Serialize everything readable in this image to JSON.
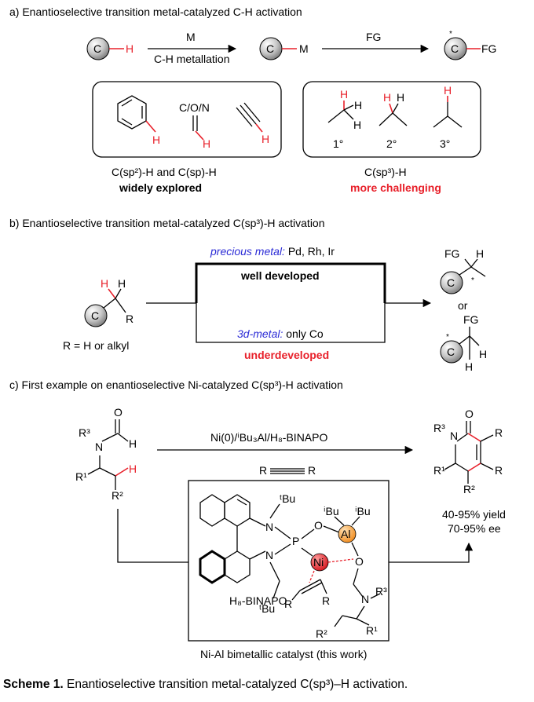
{
  "section_a": {
    "title": "a) Enantioselective transition metal-catalyzed C-H activation",
    "atom_c": "C",
    "atom_h": "H",
    "metal": "M",
    "arrow1_top": "M",
    "arrow1_bottom": "C-H metallation",
    "arrow2_top": "FG",
    "product_fg": "FG",
    "star": "*",
    "box_left_heteroatoms": "C/O/N",
    "box_right_labels": [
      "1°",
      "2°",
      "3°"
    ],
    "left_caption": "C(sp²)-H and C(sp)-H",
    "left_status": "widely explored",
    "right_caption": "C(sp³)-H",
    "right_status": "more challenging"
  },
  "section_b": {
    "title": "b) Enantioselective transition metal-catalyzed C(sp³)-H activation",
    "substrate_r": "R",
    "r_definition": "R = H or alkyl",
    "precious_label": "precious metal:",
    "precious_metals": " Pd, Rh, Ir",
    "precious_status": "well developed",
    "threed_label": "3d-metal:",
    "threed_metals": " only Co",
    "threed_status": "underdeveloped",
    "or": "or"
  },
  "section_c": {
    "title": "c) First example on enantioselective Ni-catalyzed C(sp³)-H activation",
    "conditions_top": "Ni(0)/ⁱBu₃Al/H₈-BINAPO",
    "alkyne": "R",
    "sub_o": "O",
    "sub_n": "N",
    "sub_r3": "R³",
    "sub_r1": "R¹",
    "sub_r2": "R²",
    "sub_h": "H",
    "product_yield": "40-95% yield",
    "product_ee": "70-95% ee",
    "ligand_name": "H₈-BINAPO",
    "catalyst_caption": "Ni-Al bimetallic catalyst (this work)",
    "cat_p": "P",
    "cat_al": "Al",
    "cat_ni": "Ni",
    "cat_tbu": "ᵗBu",
    "cat_ibu": "ⁱBu"
  },
  "caption": {
    "label": "Scheme 1.",
    "text": " Enantioselective transition metal-catalyzed C(sp³)–H activation."
  },
  "colors": {
    "highlight_red": "#e8202a",
    "blue_label": "#2b2bd6",
    "al_orange": "#f7a23e",
    "ni_red": "#e8202a"
  }
}
